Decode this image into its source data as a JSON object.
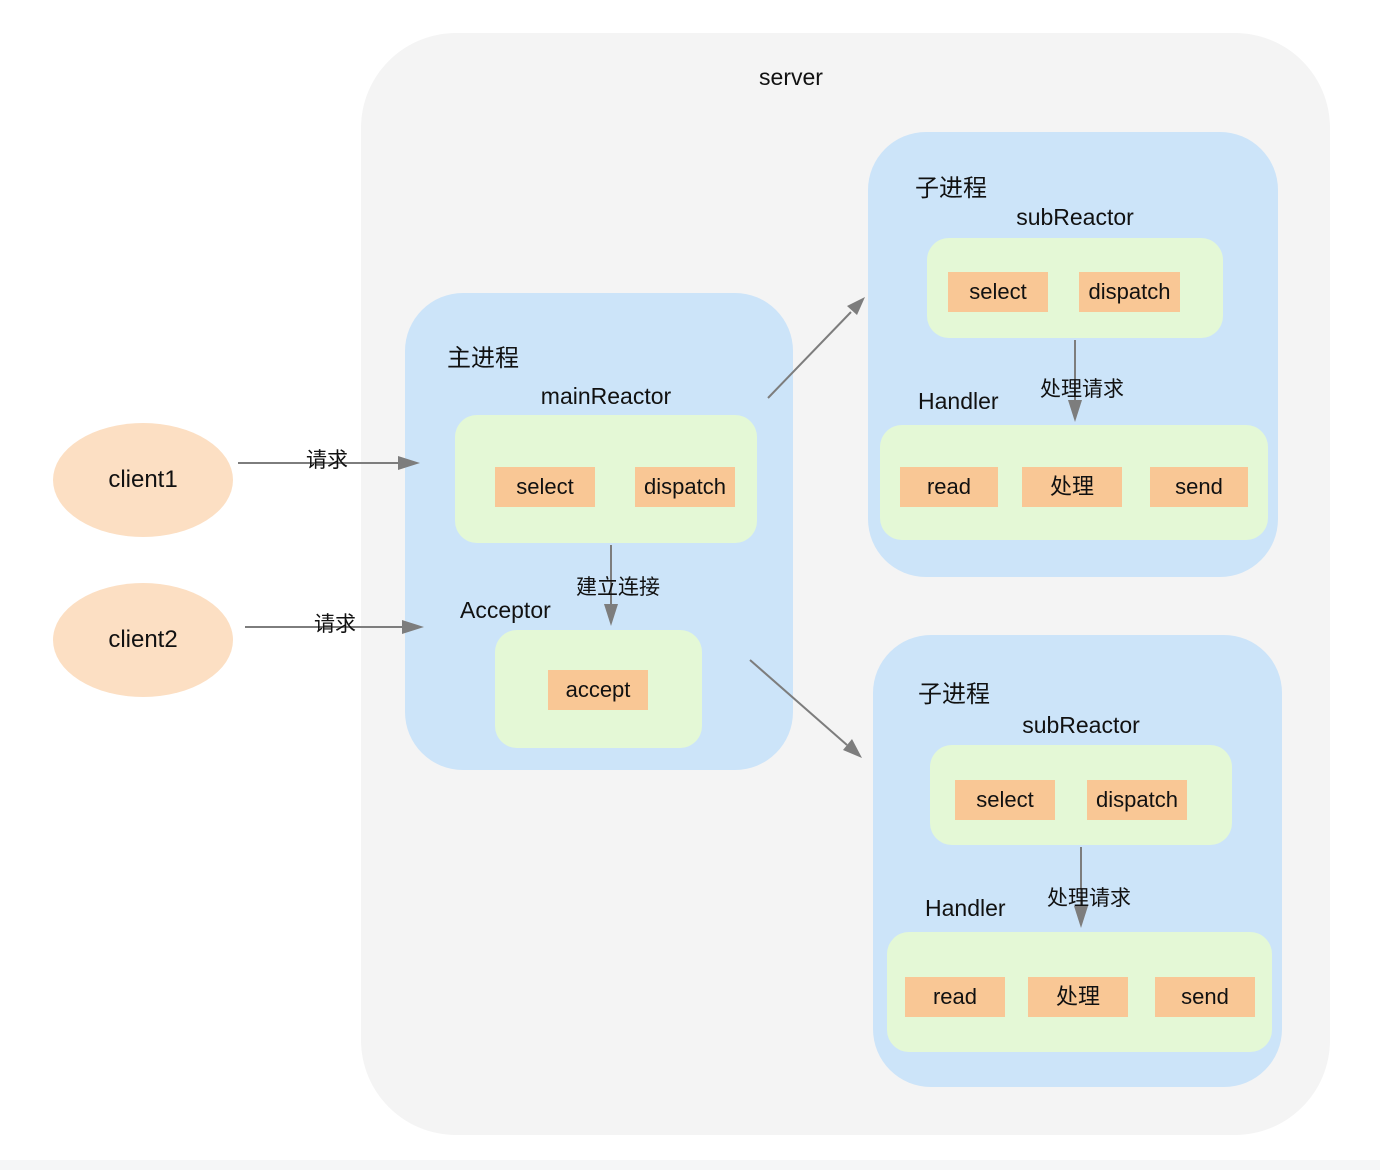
{
  "colors": {
    "server_bg": "#f4f4f4",
    "process_bg": "#cce4f9",
    "panel_bg": "#e4f8d6",
    "chip_bg": "#f9c795",
    "client_bg": "#fcdfc3",
    "arrow": "#7d7d7d"
  },
  "server": {
    "label": "server"
  },
  "clients": [
    {
      "label": "client1"
    },
    {
      "label": "client2"
    }
  ],
  "main_process": {
    "title": "主进程",
    "reactor": {
      "title": "mainReactor",
      "chips": [
        "select",
        "dispatch"
      ]
    },
    "acceptor": {
      "title": "Acceptor",
      "chip": "accept"
    }
  },
  "child_top": {
    "title": "子进程",
    "reactor": {
      "title": "subReactor",
      "chips": [
        "select",
        "dispatch"
      ]
    },
    "handler": {
      "title": "Handler",
      "chips": [
        "read",
        "处理",
        "send"
      ]
    }
  },
  "child_bottom": {
    "title": "子进程",
    "reactor": {
      "title": "subReactor",
      "chips": [
        "select",
        "dispatch"
      ]
    },
    "handler": {
      "title": "Handler",
      "chips": [
        "read",
        "处理",
        "send"
      ]
    }
  },
  "edges": {
    "client1_request": "请求",
    "client2_request": "请求",
    "establish_connection": "建立连接",
    "handle_request_top": "处理请求",
    "handle_request_bottom": "处理请求"
  }
}
